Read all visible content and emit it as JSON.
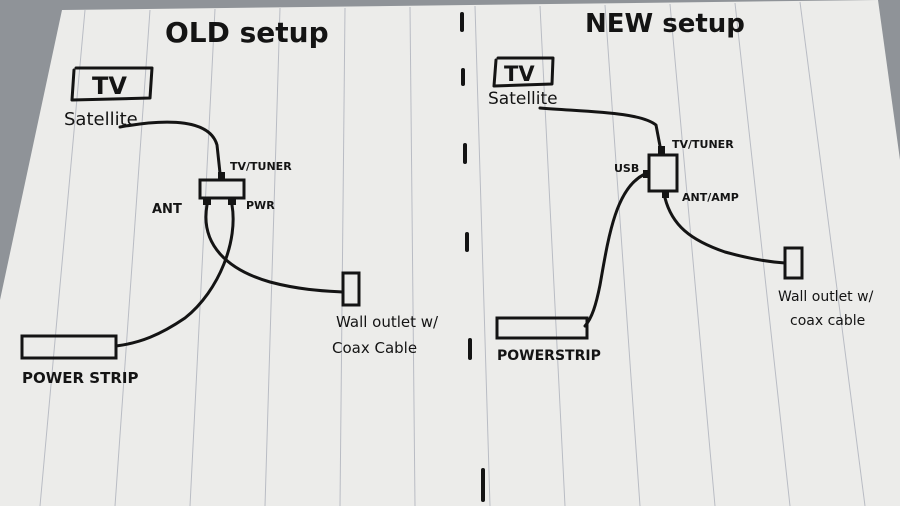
{
  "colors": {
    "paper": "#ececea",
    "rule_line": "#b9bcc4",
    "ink": "#141414",
    "table": "#8f9398"
  },
  "old_setup": {
    "title": "OLD setup",
    "tv_label": "TV",
    "satellite_label": "Satellite",
    "port_tv_tuner": "TV/TUNER",
    "port_ant": "ANT",
    "port_pwr": "PWR",
    "wall_outlet_line1": "Wall outlet w/",
    "wall_outlet_line2": "Coax Cable",
    "power_strip_label": "POWER STRIP"
  },
  "new_setup": {
    "title": "NEW setup",
    "tv_label": "TV",
    "satellite_label": "Satellite",
    "port_tv_tuner": "TV/TUNER",
    "port_usb": "USB",
    "port_ant_amp": "ANT/AMP",
    "wall_outlet_line1": "Wall outlet w/",
    "wall_outlet_line2": "coax cable",
    "power_strip_label": "POWERSTRIP"
  }
}
